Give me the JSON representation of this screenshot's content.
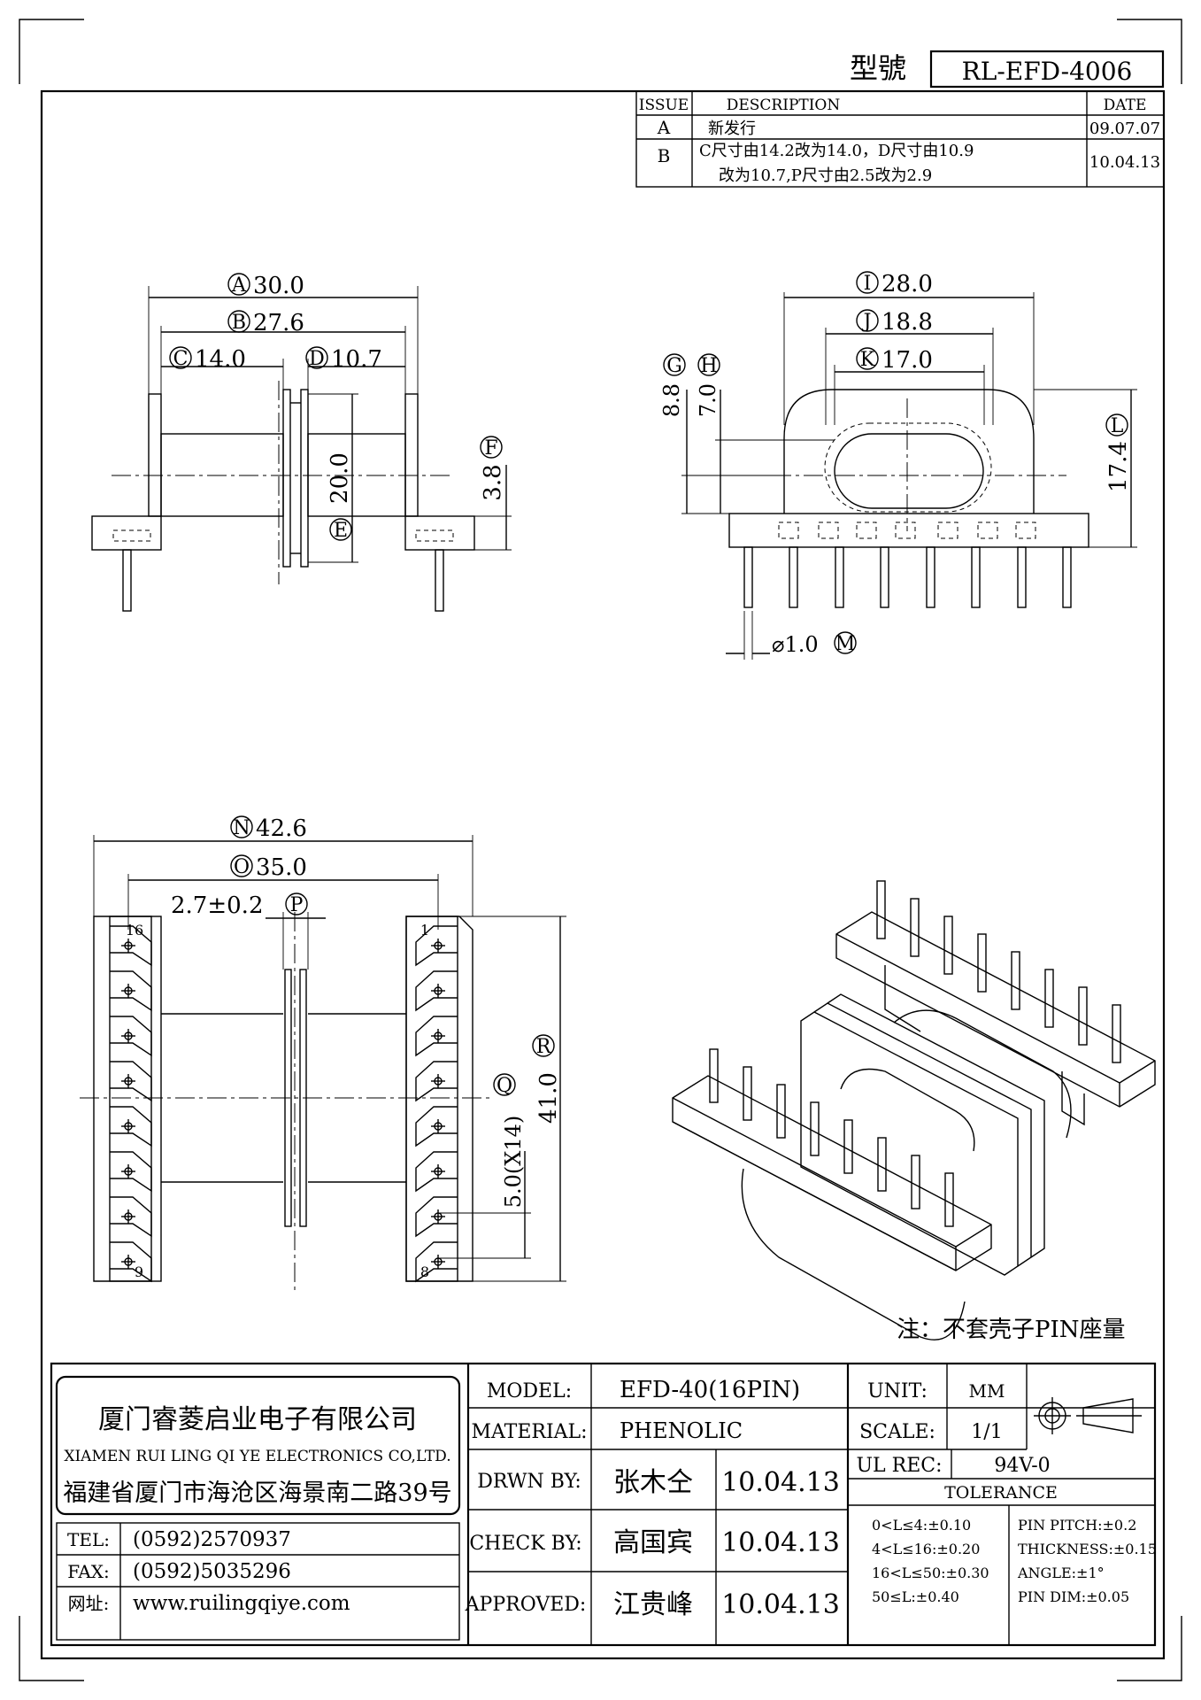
{
  "header": {
    "model_label": "型號",
    "model_value": "RL-EFD-4006"
  },
  "revisions": {
    "head": {
      "issue": "ISSUE",
      "description": "DESCRIPTION",
      "date": "DATE"
    },
    "rows": [
      {
        "issue": "A",
        "line1": "新发行",
        "line2": "",
        "date": "09.07.07"
      },
      {
        "issue": "B",
        "line1": "C尺寸由14.2改为14.0，D尺寸由10.9",
        "line2": "改为10.7,P尺寸由2.5改为2.9",
        "date": "10.04.13"
      }
    ]
  },
  "dimensions": {
    "A": "30.0",
    "B": "27.6",
    "C": "14.0",
    "D": "10.7",
    "E": "20.0",
    "F": "3.8",
    "G": "8.8",
    "H": "7.0",
    "I": "28.0",
    "J": "18.8",
    "K": "17.0",
    "L": "17.4",
    "M": "⌀1.0",
    "N": "42.6",
    "O": "35.0",
    "P": "2.7±0.2",
    "Q": "5.0(X14)",
    "R": "41.0"
  },
  "labels": {
    "A": "A",
    "B": "B",
    "C": "C",
    "D": "D",
    "E": "E",
    "F": "F",
    "G": "G",
    "H": "H",
    "I": "I",
    "J": "J",
    "K": "K",
    "L": "L",
    "M": "M",
    "N": "N",
    "O": "O",
    "P": "P",
    "Q": "Q",
    "R": "R"
  },
  "pins": {
    "top_left": "16",
    "top_right": "1",
    "bottom_left": "9",
    "bottom_right": "8"
  },
  "note": "注：不套壳子PIN座量",
  "company": {
    "name_cn": "厦门睿菱启业电子有限公司",
    "name_en": "XIAMEN RUI LING QI YE ELECTRONICS CO,LTD.",
    "address": "福建省厦门市海沧区海景南二路39号",
    "tel_label": "TEL:",
    "tel": "(0592)2570937",
    "fax_label": "FAX:",
    "fax": "(0592)5035296",
    "web_label": "网址:",
    "web": "www.ruilingqiye.com"
  },
  "title_block": {
    "model_label": "MODEL:",
    "model": "EFD-40(16PIN)",
    "material_label": "MATERIAL:",
    "material": "PHENOLIC",
    "drawn_label": "DRWN BY:",
    "drawn_name": "张木仝",
    "drawn_date": "10.04.13",
    "check_label": "CHECK BY:",
    "check_name": "高国宾",
    "check_date": "10.04.13",
    "approved_label": "APPROVED:",
    "approved_name": "江贵峰",
    "approved_date": "10.04.13",
    "unit_label": "UNIT:",
    "unit": "MM",
    "scale_label": "SCALE:",
    "scale": "1/1",
    "ul_label": "UL REC:",
    "ul": "94V-0",
    "tolerance_title": "TOLERANCE",
    "tolerance": [
      "0<L≤4:±0.10",
      "4<L≤16:±0.20",
      "16<L≤50:±0.30",
      "50≤L:±0.40"
    ],
    "tolerance_right": [
      "PIN PITCH:±0.2",
      "THICKNESS:±0.15",
      "ANGLE:±1°",
      "PIN DIM:±0.05"
    ]
  }
}
